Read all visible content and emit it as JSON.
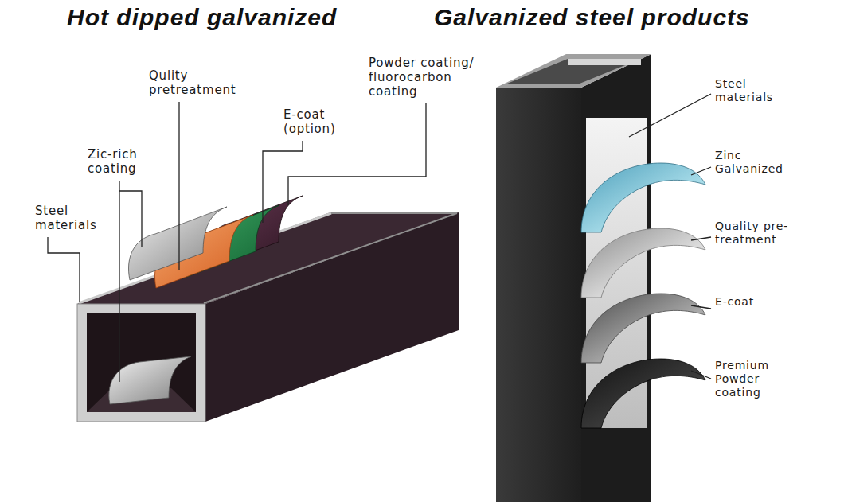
{
  "diagram": {
    "labels": [
      "Hot dipped galvanized",
      "Galvanized steel products",
      "Qulity pretreatment",
      "E-coat (option)",
      "Powder coating/ fluorocarbon coating",
      "Zic-rich coating",
      "Steel materials",
      "Steel materials",
      "Zinc Galvanized",
      "Quality pre- treatment",
      "E-coat",
      "Premium Powder coating"
    ]
  }
}
